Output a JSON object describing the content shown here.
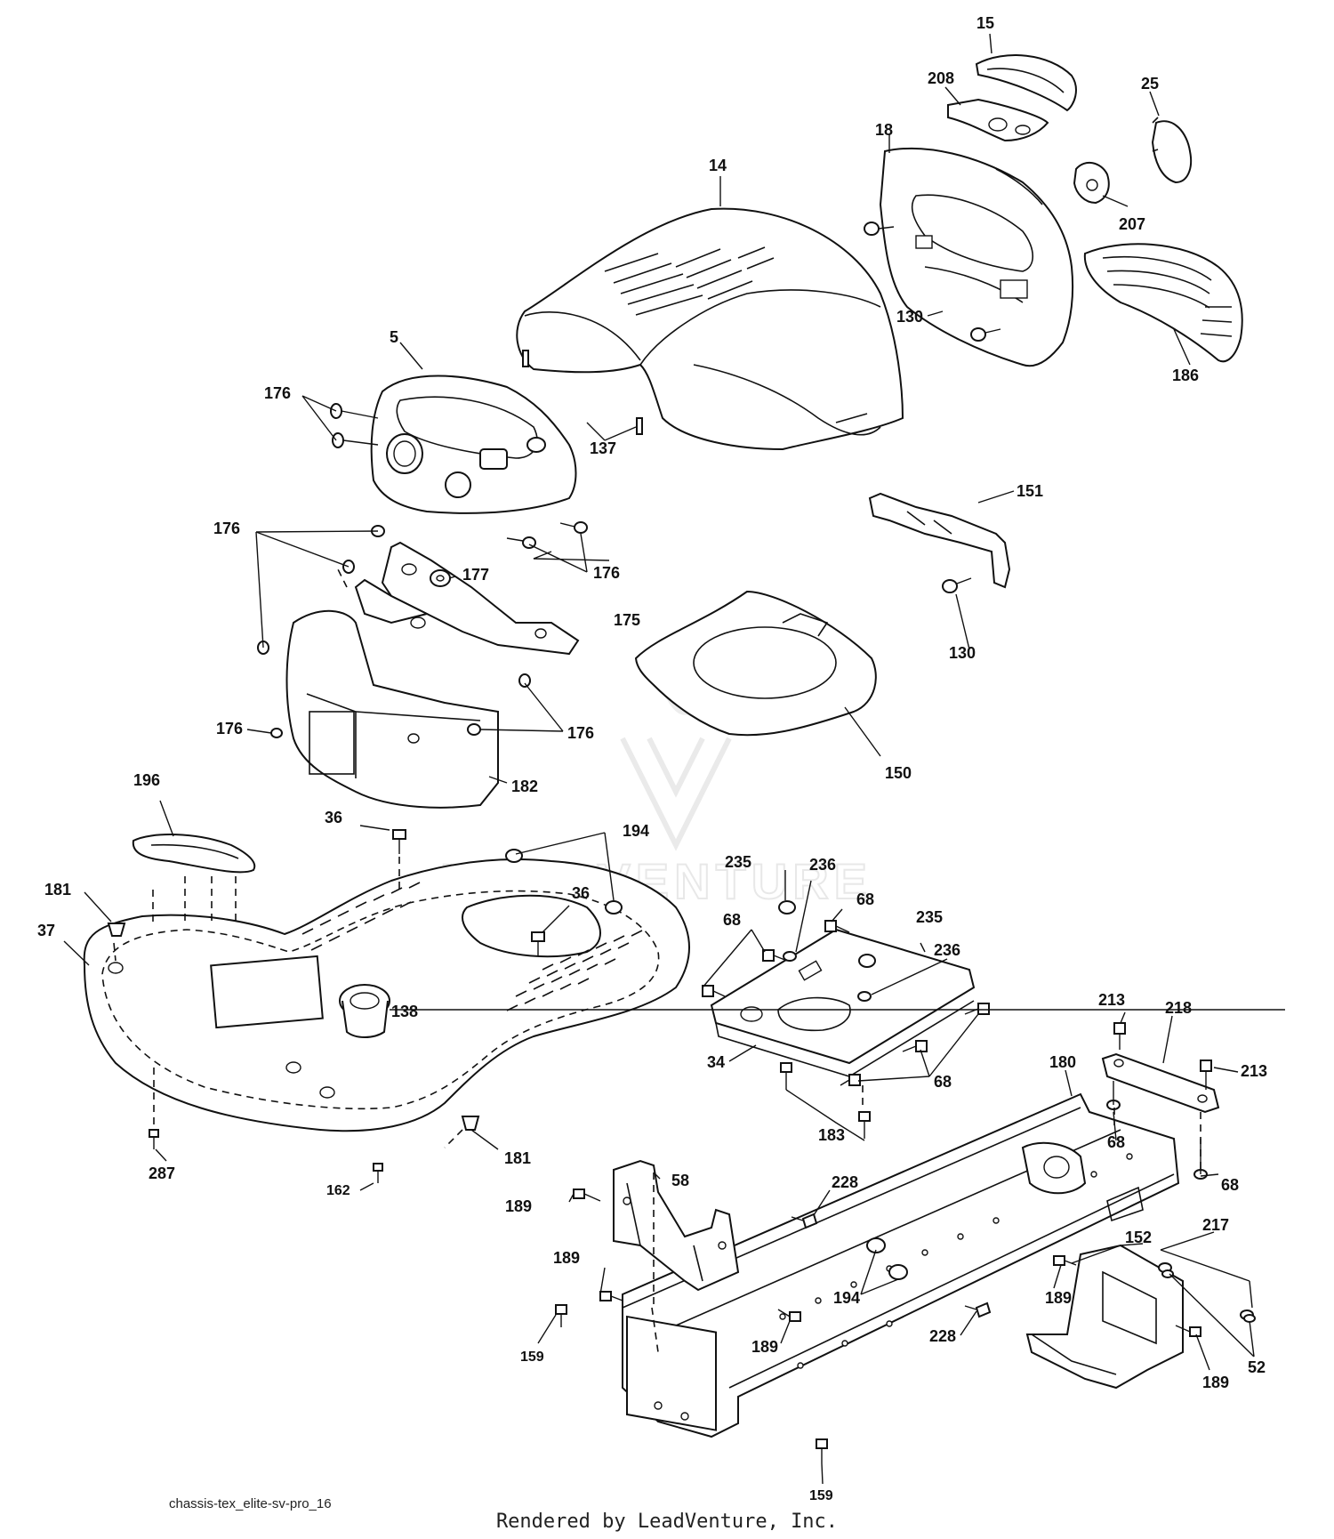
{
  "diagram": {
    "file_name": "chassis-tex_elite-sv-pro_16",
    "footer": "Rendered by LeadVenture, Inc.",
    "watermark": "LEADVENTURE",
    "callouts": [
      {
        "id": "c15",
        "label": "15"
      },
      {
        "id": "c208",
        "label": "208"
      },
      {
        "id": "c25",
        "label": "25"
      },
      {
        "id": "c18",
        "label": "18"
      },
      {
        "id": "c14",
        "label": "14"
      },
      {
        "id": "c207",
        "label": "207"
      },
      {
        "id": "c130a",
        "label": "130"
      },
      {
        "id": "c130b",
        "label": "130"
      },
      {
        "id": "c186",
        "label": "186"
      },
      {
        "id": "c5",
        "label": "5"
      },
      {
        "id": "c176a",
        "label": "176"
      },
      {
        "id": "c137",
        "label": "137"
      },
      {
        "id": "c151",
        "label": "151"
      },
      {
        "id": "c176b",
        "label": "176"
      },
      {
        "id": "c177",
        "label": "177"
      },
      {
        "id": "c176c",
        "label": "176"
      },
      {
        "id": "c175",
        "label": "175"
      },
      {
        "id": "c130c",
        "label": "130"
      },
      {
        "id": "c176d",
        "label": "176"
      },
      {
        "id": "c176e",
        "label": "176"
      },
      {
        "id": "c150",
        "label": "150"
      },
      {
        "id": "c182",
        "label": "182"
      },
      {
        "id": "c196",
        "label": "196"
      },
      {
        "id": "c36a",
        "label": "36"
      },
      {
        "id": "c194a",
        "label": "194"
      },
      {
        "id": "c235a",
        "label": "235"
      },
      {
        "id": "c236a",
        "label": "236"
      },
      {
        "id": "c181a",
        "label": "181"
      },
      {
        "id": "c36b",
        "label": "36"
      },
      {
        "id": "c68a",
        "label": "68"
      },
      {
        "id": "c37",
        "label": "37"
      },
      {
        "id": "c68b",
        "label": "68"
      },
      {
        "id": "c235b",
        "label": "235"
      },
      {
        "id": "c236b",
        "label": "236"
      },
      {
        "id": "c138",
        "label": "138"
      },
      {
        "id": "c213a",
        "label": "213"
      },
      {
        "id": "c218",
        "label": "218"
      },
      {
        "id": "c34",
        "label": "34"
      },
      {
        "id": "c68c",
        "label": "68"
      },
      {
        "id": "c180",
        "label": "180"
      },
      {
        "id": "c213b",
        "label": "213"
      },
      {
        "id": "c183",
        "label": "183"
      },
      {
        "id": "c68d",
        "label": "68"
      },
      {
        "id": "c181b",
        "label": "181"
      },
      {
        "id": "c287",
        "label": "287"
      },
      {
        "id": "c68e",
        "label": "68"
      },
      {
        "id": "c58",
        "label": "58"
      },
      {
        "id": "c228a",
        "label": "228"
      },
      {
        "id": "c162",
        "label": "162"
      },
      {
        "id": "c189a",
        "label": "189"
      },
      {
        "id": "c217",
        "label": "217"
      },
      {
        "id": "c152",
        "label": "152"
      },
      {
        "id": "c189b",
        "label": "189"
      },
      {
        "id": "c194b",
        "label": "194"
      },
      {
        "id": "c189c",
        "label": "189"
      },
      {
        "id": "c189d",
        "label": "189"
      },
      {
        "id": "c159a",
        "label": "159"
      },
      {
        "id": "c228b",
        "label": "228"
      },
      {
        "id": "c52",
        "label": "52"
      },
      {
        "id": "c189e",
        "label": "189"
      },
      {
        "id": "c159b",
        "label": "159"
      }
    ]
  }
}
